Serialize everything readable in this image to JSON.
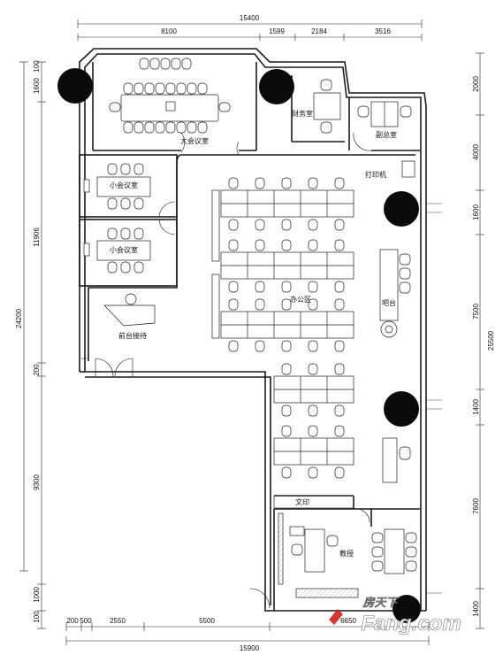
{
  "dimensions": {
    "top_total": "15400",
    "top_segments": [
      "8100",
      "1599",
      "2184",
      "3516"
    ],
    "left_small_a": "100",
    "left_small_b": "1600",
    "left_mid": "11906",
    "left_total": "24200",
    "left_small_c": "200",
    "left_low": "9300",
    "left_small_d": "1000",
    "left_small_e": "100",
    "right_a": "2000",
    "right_b": "4000",
    "right_c": "1600",
    "right_d": "7500",
    "right_total": "25500",
    "right_e": "1400",
    "right_f": "7600",
    "right_g": "1400",
    "bottom_segments": [
      "200",
      "500",
      "2550",
      "5500",
      "6650"
    ],
    "bottom_total": "15900"
  },
  "rooms": {
    "big_meeting": "大会议室",
    "finance": "财务室",
    "vice_gm": "副总室",
    "print": "打印机",
    "small_meeting_1": "小会议室",
    "small_meeting_2": "小会议室",
    "office_area": "办公区",
    "bar": "吧台",
    "reception": "前台接待",
    "print_copy": "文印",
    "classroom": "教授"
  },
  "watermark": {
    "cn": "房天下",
    "en": "Fang.com"
  },
  "colors": {
    "line": "#1a1a1a",
    "column": "#0a0a0a",
    "grid": "#b8b8b8"
  }
}
